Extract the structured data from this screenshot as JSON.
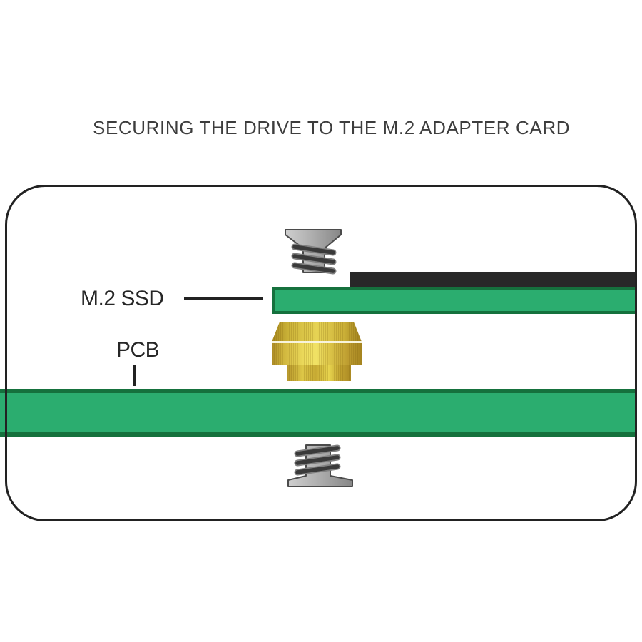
{
  "title": "SECURING THE DRIVE TO THE M.2 ADAPTER CARD",
  "diagram": {
    "labels": {
      "m2_ssd": "M.2 SSD",
      "pcb": "PCB"
    },
    "parts": [
      "mounting-screw-top",
      "ssd-connector-strip",
      "m2-ssd-board",
      "brass-standoff",
      "pcb-board",
      "mounting-screw-bottom"
    ]
  },
  "colors": {
    "board_green": "#2bad6f",
    "board_green_dark": "#15713d",
    "connector_black": "#282828",
    "outline_black": "#222222",
    "text_dark": "#3d3d3d",
    "screw_gray_light": "#cfcfcf",
    "screw_gray_dark": "#878787",
    "thread_dark": "#3a3a3a",
    "brass_light": "#f0e165",
    "brass_dark": "#a5841f"
  }
}
